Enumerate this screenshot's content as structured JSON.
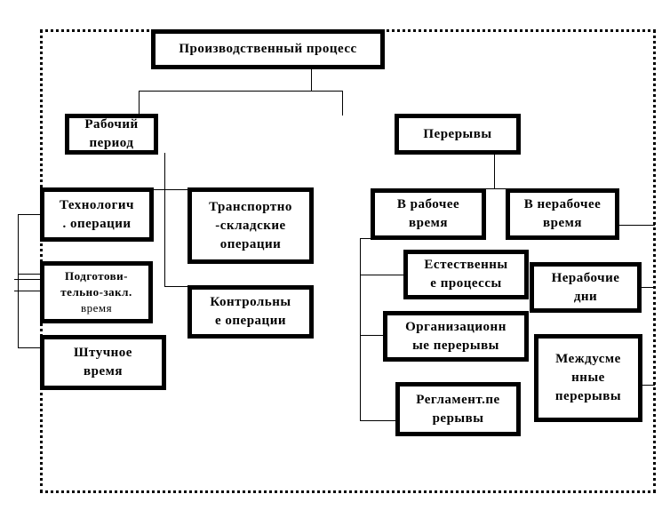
{
  "diagram": {
    "title": "Производственный процесс",
    "level1": {
      "left": "Рабочий период",
      "right": "Перерывы"
    },
    "working_period": {
      "tech_ops": "Технологич\n. операции",
      "transport_ops": "Транспортно\n-складские\nоперации",
      "prep_time_line1": "Подготови-",
      "prep_time_line2": "тельно-закл.",
      "prep_time_line3": "время",
      "piece_time": "Штучное\nвремя",
      "control_ops": "Контрольны\nе операции"
    },
    "breaks": {
      "in_working_time": "В рабочее\nвремя",
      "in_nonworking_time": "В нерабочее\nвремя",
      "natural_processes": "Естественны\nе процессы",
      "organizational_breaks": "Организационн\nые перерывы",
      "regulated_breaks": "Регламент.пе\nрерывы",
      "nonworking_days": "Нерабочие\nдни",
      "intershift_breaks": "Междусме\nнные\nперерывы"
    }
  }
}
